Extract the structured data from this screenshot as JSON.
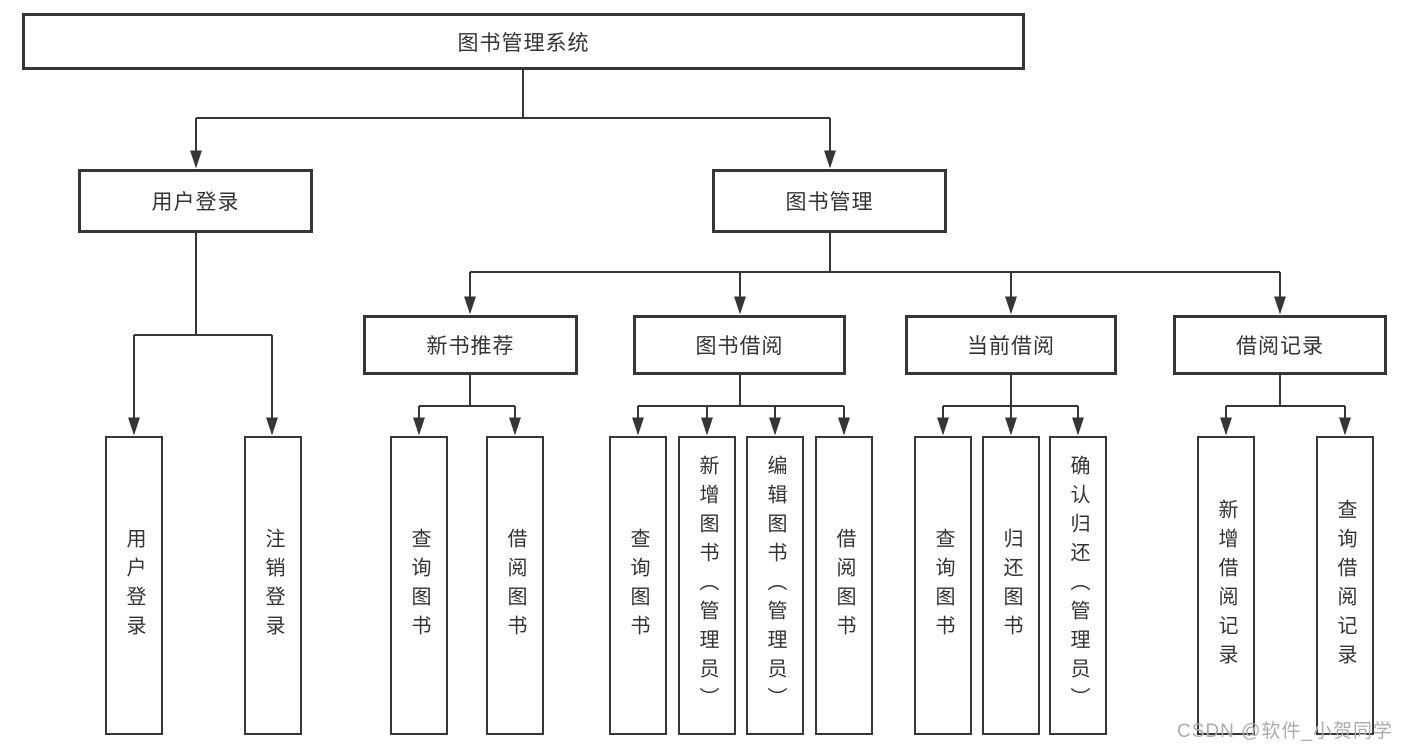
{
  "diagram": {
    "title": "图书管理系统",
    "level1": {
      "user_login": "用户登录",
      "book_management": "图书管理"
    },
    "level2": {
      "new_book_recommend": "新书推荐",
      "book_borrowing": "图书借阅",
      "current_borrowing": "当前借阅",
      "borrowing_records": "借阅记录"
    },
    "leaves": {
      "user_login_leaf": "用户登录",
      "logout": "注销登录",
      "rec_query_book": "查询图书",
      "rec_borrow_book": "借阅图书",
      "bb_query_book": "查询图书",
      "bb_add_book": "新增图书（管理员）",
      "bb_edit_book": "编辑图书（管理员）",
      "bb_borrow_book": "借阅图书",
      "cb_query_book": "查询图书",
      "cb_return_book": "归还图书",
      "cb_confirm_return": "确认归还（管理员）",
      "br_add_record": "新增借阅记录",
      "br_query_record": "查询借阅记录"
    }
  },
  "watermark": "CSDN @软件_小贺同学",
  "colors": {
    "line": "#363636",
    "text": "#333333",
    "background": "#ffffff",
    "watermark": "#abacb2"
  }
}
